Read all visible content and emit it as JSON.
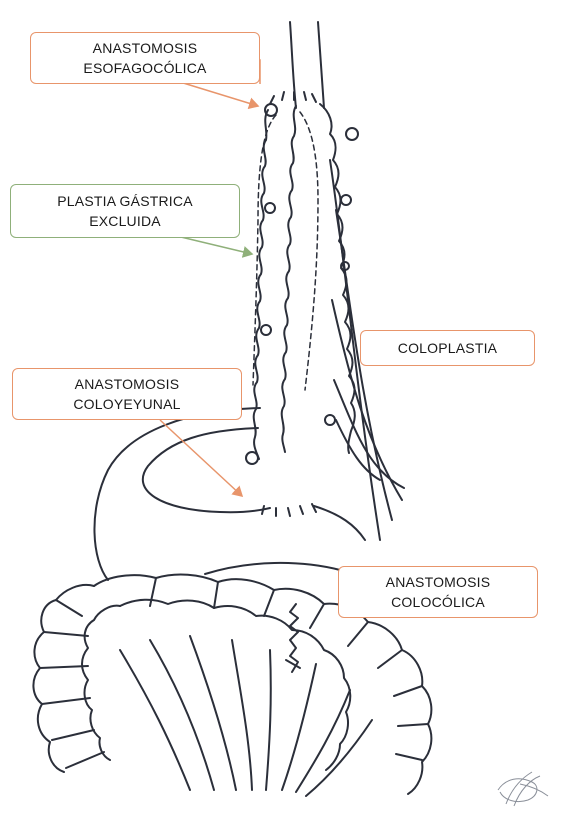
{
  "colors": {
    "orange": "#E8956B",
    "green": "#8FB07A",
    "ink": "#2b2f3a"
  },
  "labels": {
    "esofagocolica": {
      "line1": "ANASTOMOSIS",
      "line2": "ESOFAGOCÓLICA"
    },
    "gastrica": {
      "line1": "PLASTIA GÁSTRICA",
      "line2": "EXCLUIDA"
    },
    "coloplastia": {
      "line1": "COLOPLASTIA"
    },
    "coloyeyunal": {
      "line1": "ANASTOMOSIS",
      "line2": "COLOYEYUNAL"
    },
    "colocolica": {
      "line1": "ANASTOMOSIS",
      "line2": "COLOCÓLICA"
    }
  },
  "signature_text": "APE"
}
